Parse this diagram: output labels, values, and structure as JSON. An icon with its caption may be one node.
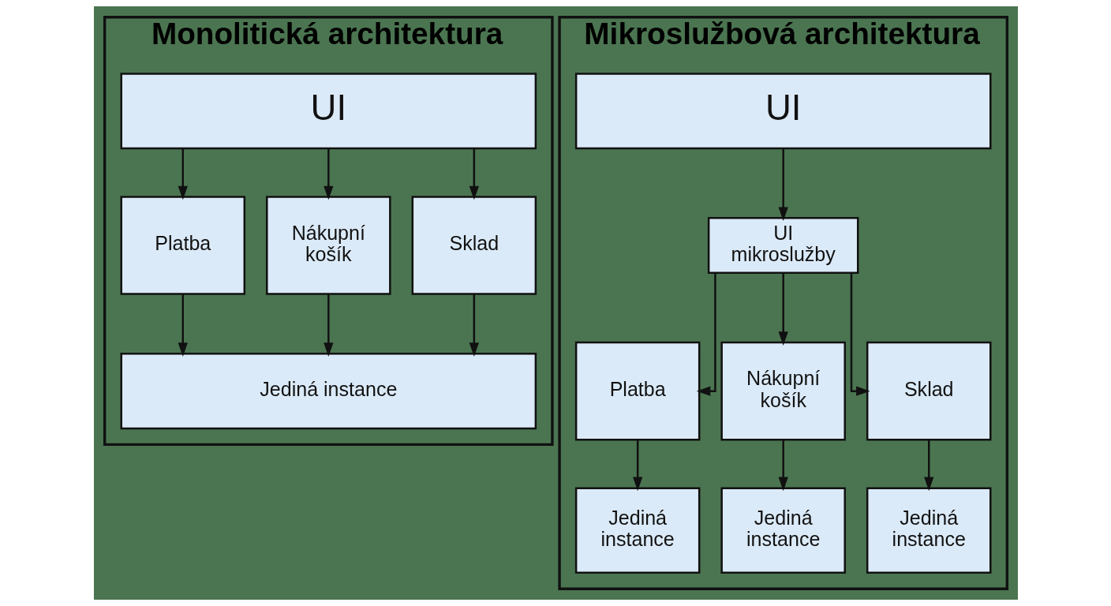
{
  "diagram": {
    "nodes": [
      {
        "text": [
          "Monolitická architektura"
        ]
      },
      {
        "text": [
          "UI"
        ],
        "in": 0
      },
      {
        "text": [
          "Platba"
        ],
        "in": 0
      },
      {
        "text": [
          "Nákupní košík"
        ],
        "in": 0
      },
      {
        "text": [
          "Sklad"
        ],
        "in": 0
      },
      {
        "text": [
          "Jediná instance"
        ],
        "in": 0
      },
      {
        "text": [
          "Mikroslužbová architektura"
        ]
      },
      {
        "text": [
          "UI"
        ],
        "in": 6
      },
      {
        "text": [
          "UI mikroslužby"
        ],
        "in": 6
      },
      {
        "text": [
          "Platba"
        ],
        "in": 6
      },
      {
        "text": [
          "Nákupní košík"
        ],
        "in": 6
      },
      {
        "text": [
          "Sklad"
        ],
        "in": 6
      },
      {
        "text": [
          "Jediná instance"
        ],
        "in": 6
      },
      {
        "text": [
          "Jediná instance"
        ],
        "in": 6
      },
      {
        "text": [
          "Jediná instance"
        ],
        "in": 6
      }
    ],
    "edges": [
      {
        "from": 1,
        "to": 2,
        "arrow": "to"
      },
      {
        "from": 1,
        "to": 3,
        "arrow": "to"
      },
      {
        "from": 1,
        "to": 4,
        "arrow": "to"
      },
      {
        "from": 2,
        "to": 5,
        "arrow": "to"
      },
      {
        "from": 3,
        "to": 5,
        "arrow": "to"
      },
      {
        "from": 4,
        "to": 5,
        "arrow": "to"
      },
      {
        "from": 7,
        "to": 8,
        "arrow": "to"
      },
      {
        "from": 8,
        "to": 9,
        "arrow": "to"
      },
      {
        "from": 8,
        "to": 10,
        "arrow": "to"
      },
      {
        "from": 8,
        "to": 11,
        "arrow": "to"
      },
      {
        "from": 9,
        "to": 12,
        "arrow": "to"
      },
      {
        "from": 10,
        "to": 13,
        "arrow": "to"
      },
      {
        "from": 11,
        "to": 14,
        "arrow": "to"
      }
    ]
  }
}
